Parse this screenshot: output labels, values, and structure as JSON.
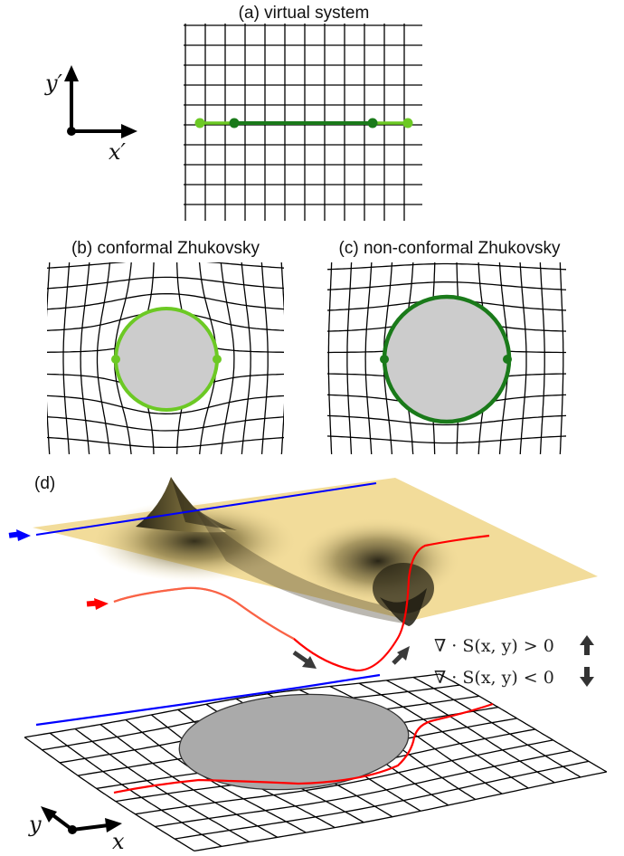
{
  "panels": {
    "a": {
      "title": "(a) virtual system"
    },
    "b": {
      "title": "(b) conformal Zhukovsky"
    },
    "c": {
      "title": "(c) non-conformal Zhukovsky"
    },
    "d": {
      "title": "(d)"
    }
  },
  "axes_top": {
    "x_label": "x′",
    "y_label": "y′"
  },
  "axes_bottom": {
    "x_label": "x",
    "y_label": "y"
  },
  "legend": {
    "positive": "∇ · S(x, y) > 0",
    "negative": "∇ · S(x, y) < 0"
  },
  "colors": {
    "light_green": "#6cc924",
    "dark_green": "#1a7a1a",
    "disc_fill": "#cccccc",
    "blue": "#0000ff",
    "red": "#ff0000",
    "surface": "#f2dc9a",
    "arrow_gray": "#3a3a3a"
  },
  "icons": {
    "divergence_positive": "up-arrow-icon",
    "divergence_negative": "down-arrow-icon",
    "blue_ray_marker": "right-arrow-icon",
    "red_ray_marker": "right-arrow-icon"
  }
}
